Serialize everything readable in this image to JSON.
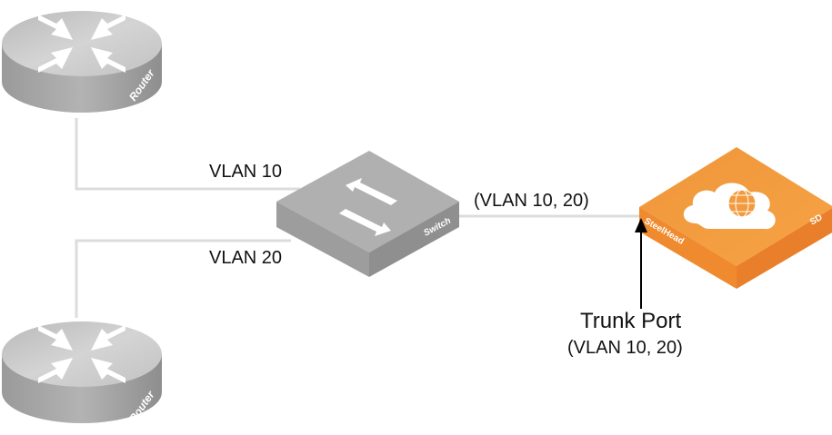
{
  "diagram": {
    "nodes": {
      "router_top": {
        "label": "Router",
        "type": "router"
      },
      "router_bottom": {
        "label": "Router",
        "type": "router"
      },
      "switch": {
        "label": "Switch",
        "type": "switch"
      },
      "steelhead": {
        "label": "SteelHead",
        "badge": "SD",
        "type": "steelhead-sd"
      }
    },
    "links": [
      {
        "from": "router_top",
        "to": "switch",
        "label": "VLAN 10"
      },
      {
        "from": "router_bottom",
        "to": "switch",
        "label": "VLAN 20"
      },
      {
        "from": "switch",
        "to": "steelhead",
        "label": "(VLAN 10, 20)"
      }
    ],
    "annotation": {
      "title": "Trunk Port",
      "subtitle": "(VLAN 10, 20)",
      "points_to": "steelhead"
    },
    "colors": {
      "link": "#dcdcdc",
      "device_gray": "#a9a9a9",
      "steelhead_orange": "#f29a3d",
      "arrow": "#000000"
    }
  }
}
